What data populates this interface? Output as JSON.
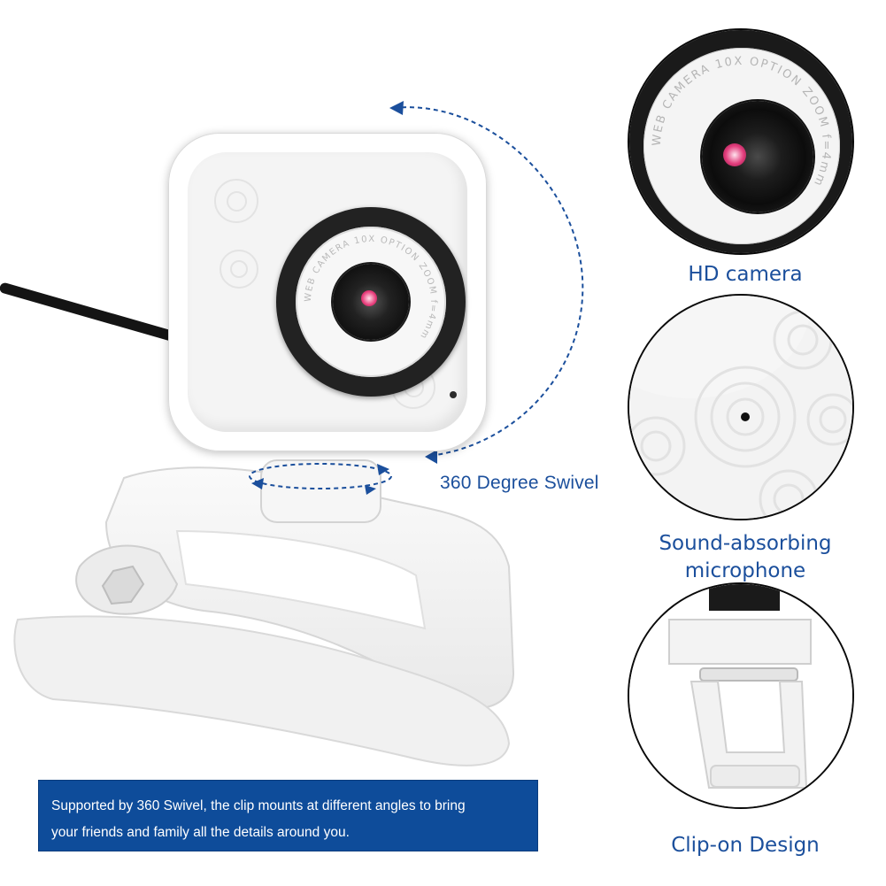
{
  "swivel_label": "360 Degree Swivel",
  "caption": {
    "line1": "Supported by 360 Swivel, the clip mounts at different angles to bring",
    "line2": "your friends and family all the details around you."
  },
  "lens_text": "WEB CAMERA 10X OPTION ZOOM f=4mm",
  "features": [
    {
      "label": "HD camera"
    },
    {
      "label_line1": "Sound-absorbing",
      "label_line2": "microphone"
    },
    {
      "label": "Clip-on Design"
    }
  ],
  "colors": {
    "label_blue": "#1b4f9c",
    "caption_bg": "#0e4c9a",
    "arrow_blue": "#1b4f9c"
  }
}
